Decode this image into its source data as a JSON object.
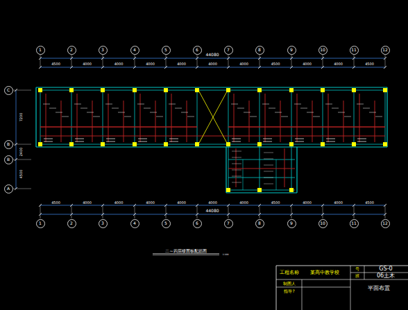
{
  "diagram": {
    "nodes": [
      {
        "text": [
          "1"
        ]
      },
      {
        "text": [
          "2"
        ]
      },
      {
        "text": [
          "3"
        ]
      },
      {
        "text": [
          "4"
        ]
      },
      {
        "text": [
          "5"
        ]
      },
      {
        "text": [
          "6"
        ]
      },
      {
        "text": [
          "7"
        ]
      },
      {
        "text": [
          "8"
        ]
      },
      {
        "text": [
          "9"
        ]
      },
      {
        "text": [
          "10"
        ]
      },
      {
        "text": [
          "11"
        ]
      },
      {
        "text": [
          "12"
        ]
      },
      {
        "text": [
          "C"
        ]
      },
      {
        "text": [
          "B"
        ]
      },
      {
        "text": [
          "B"
        ]
      },
      {
        "text": [
          "A"
        ]
      },
      {
        "text": [
          "1"
        ]
      },
      {
        "text": [
          "2"
        ]
      },
      {
        "text": [
          "3"
        ]
      },
      {
        "text": [
          "4"
        ]
      },
      {
        "text": [
          "5"
        ]
      },
      {
        "text": [
          "6"
        ]
      },
      {
        "text": [
          "7"
        ]
      },
      {
        "text": [
          "8"
        ]
      },
      {
        "text": [
          "9"
        ]
      },
      {
        "text": [
          "10"
        ]
      },
      {
        "text": [
          "11"
        ]
      },
      {
        "text": [
          "12"
        ]
      }
    ],
    "labels": [
      "44080",
      "4500",
      "4000",
      "4000",
      "4000",
      "4000",
      "4000",
      "4000",
      "4500",
      "4000",
      "4000",
      "4500",
      "44080",
      "4500",
      "4000",
      "4000",
      "4000",
      "4000",
      "4000",
      "4000",
      "4500",
      "4000",
      "4000",
      "4500",
      "7200",
      "2400",
      "4500",
      "二~四层楼面板配筋图",
      "1:100",
      "工程名称",
      "某高中教学校",
      "号",
      "GS-0",
      "班",
      "06土木",
      "制图人",
      "指导?",
      "平面布置"
    ]
  }
}
